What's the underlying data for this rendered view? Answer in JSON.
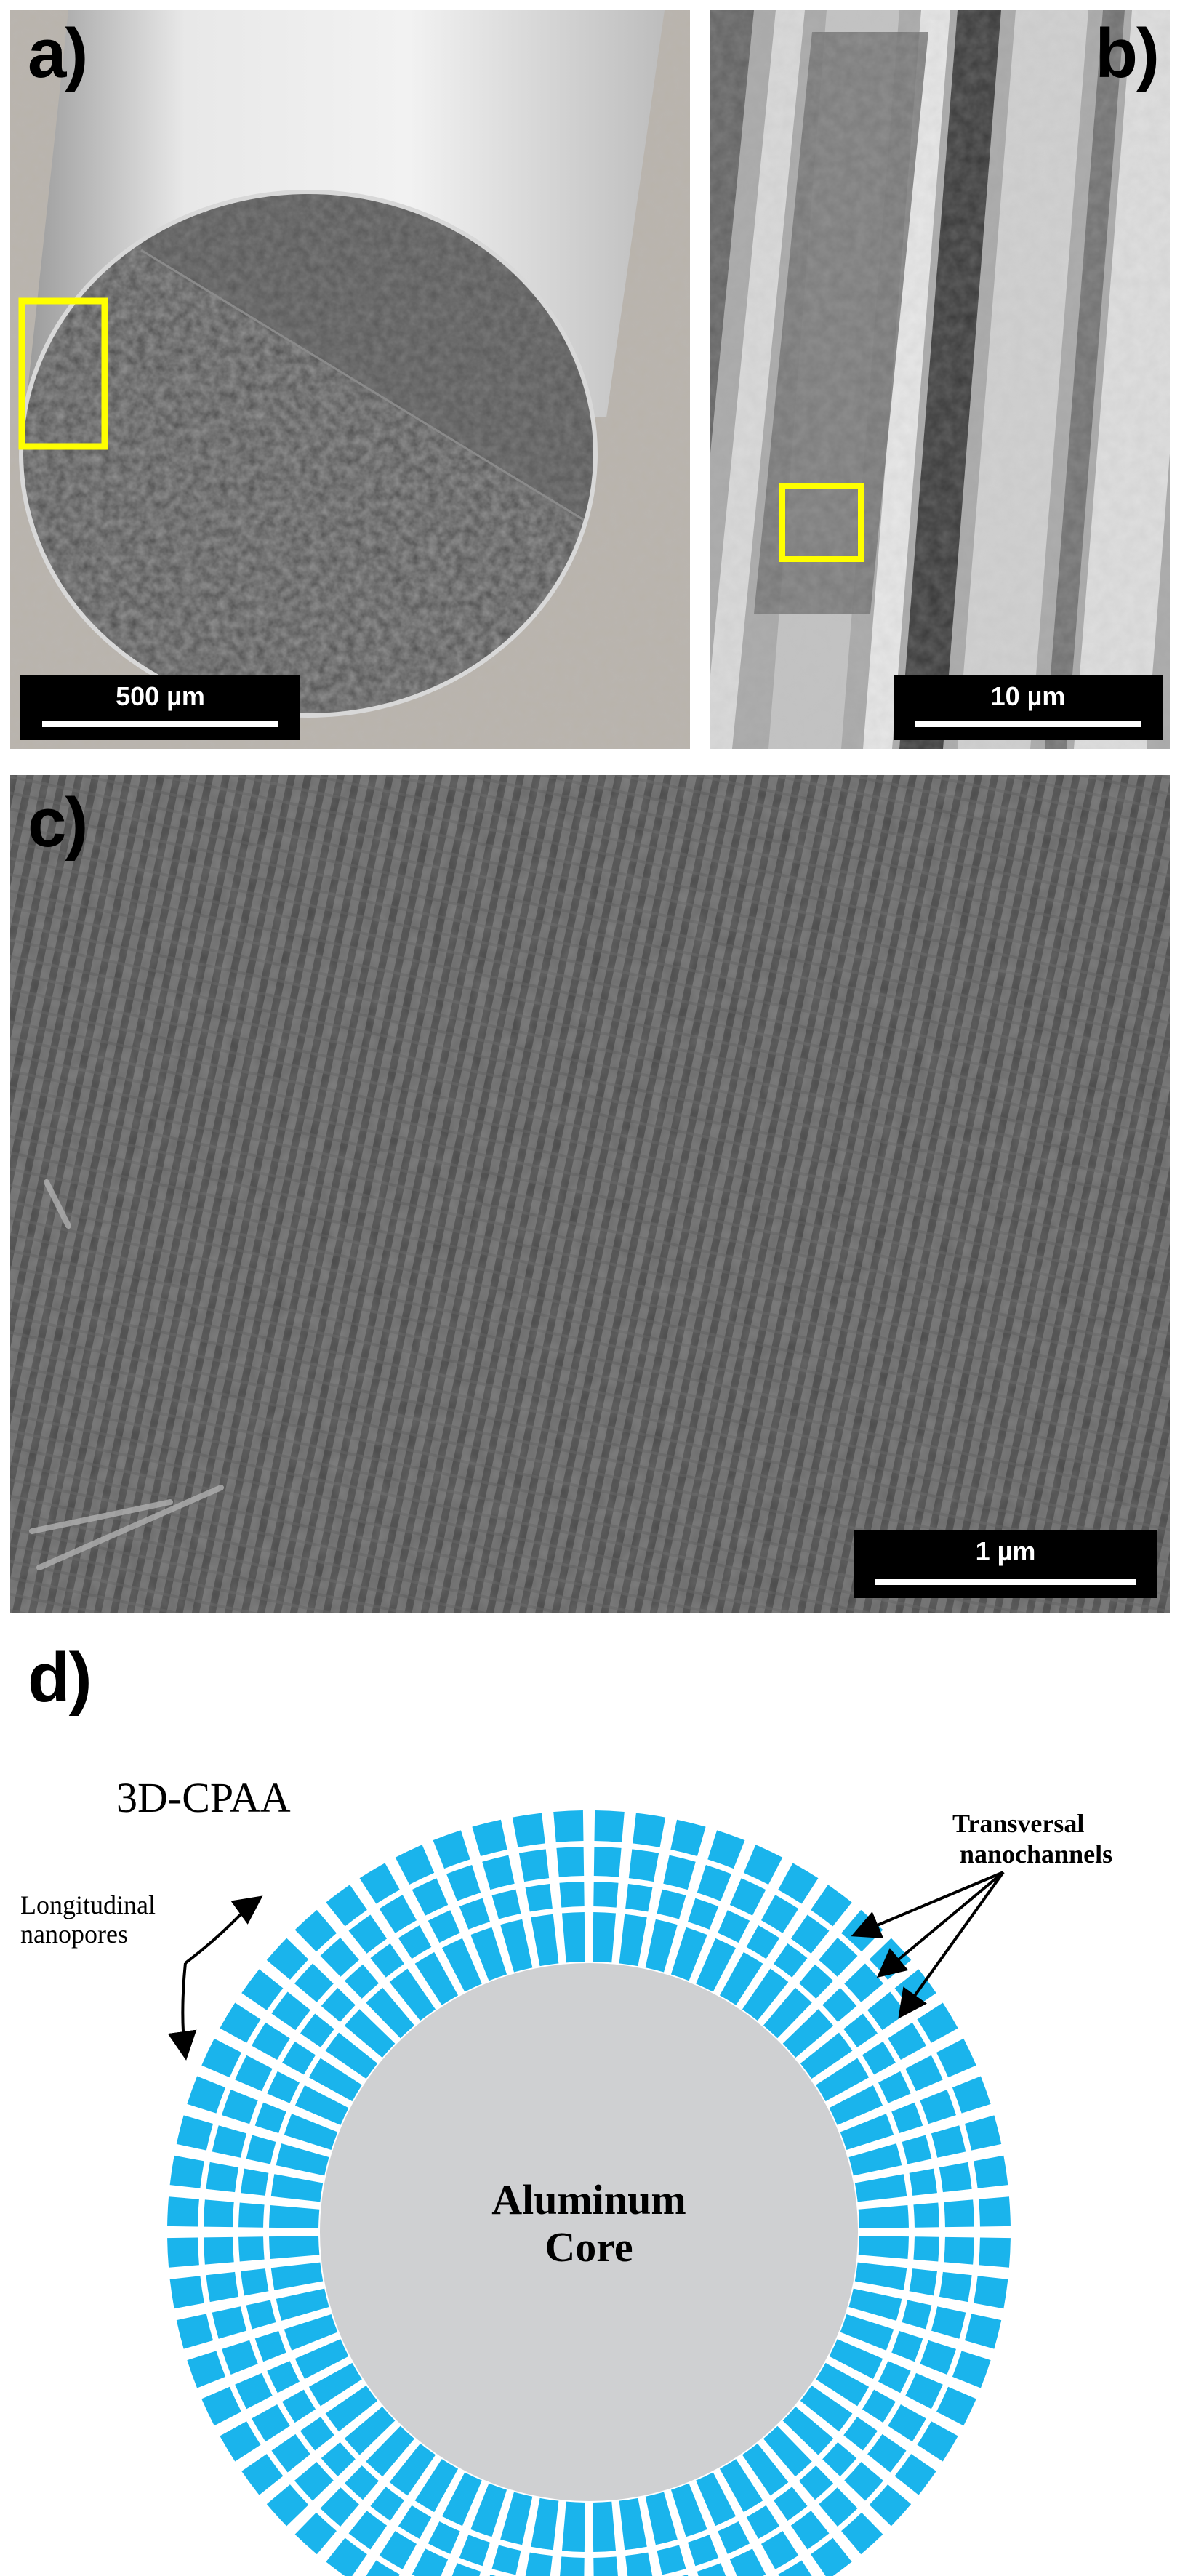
{
  "panels": {
    "a": {
      "label": "a)",
      "scale": "500 µm"
    },
    "b": {
      "label": "b)",
      "scale": "10 µm"
    },
    "c": {
      "label": "c)",
      "scale": "1 µm"
    },
    "d": {
      "label": "d)",
      "title": "3D-CPAA",
      "core_line1": "Aluminum",
      "core_line2": "Core",
      "annot_left_line1": "Longitudinal",
      "annot_left_line2": "nanopores",
      "annot_right_line1": "Transversal",
      "annot_right_line2": "nanochannels"
    }
  },
  "colors": {
    "layer": "#1ab4ec",
    "core": "#cfd0d2",
    "highlight_box": "#ffff00"
  }
}
